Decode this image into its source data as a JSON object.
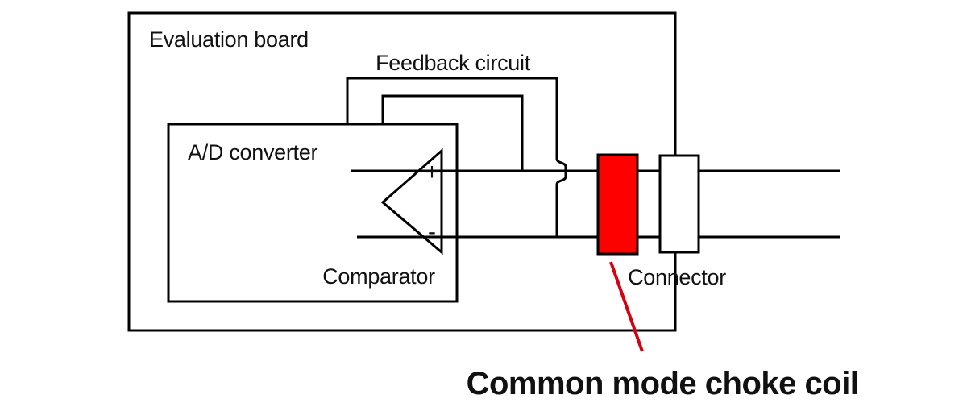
{
  "diagram": {
    "type": "circuit-block-diagram",
    "background": "#ffffff",
    "labels": {
      "evaluation_board": "Evaluation board",
      "feedback_circuit": "Feedback circuit",
      "ad_converter": "A/D converter",
      "comparator": "Comparator",
      "comparator_plus": "+",
      "comparator_minus": "-",
      "connector": "Connector",
      "common_mode_choke_coil": "Common mode choke coil"
    },
    "colors": {
      "line": "#000000",
      "choke_coil_fill": "#fe0000",
      "connector_fill": "#ffffff",
      "annotation_red": "#d7000f"
    }
  }
}
